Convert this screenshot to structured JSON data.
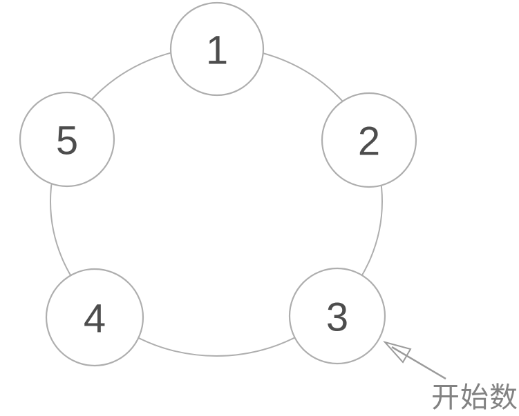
{
  "figure": {
    "background_color": "#ffffff",
    "outline_color": "#aeaeae",
    "node_fill_color": "#ffffff",
    "number_color": "#4d4d4d",
    "arrow_color": "#9b9b9b",
    "annotation_color": "#828282"
  },
  "nodes": [
    {
      "label": "1"
    },
    {
      "label": "2"
    },
    {
      "label": "3"
    },
    {
      "label": "4"
    },
    {
      "label": "5"
    }
  ],
  "annotation": {
    "label": "开始数",
    "points_to_node": "3"
  }
}
